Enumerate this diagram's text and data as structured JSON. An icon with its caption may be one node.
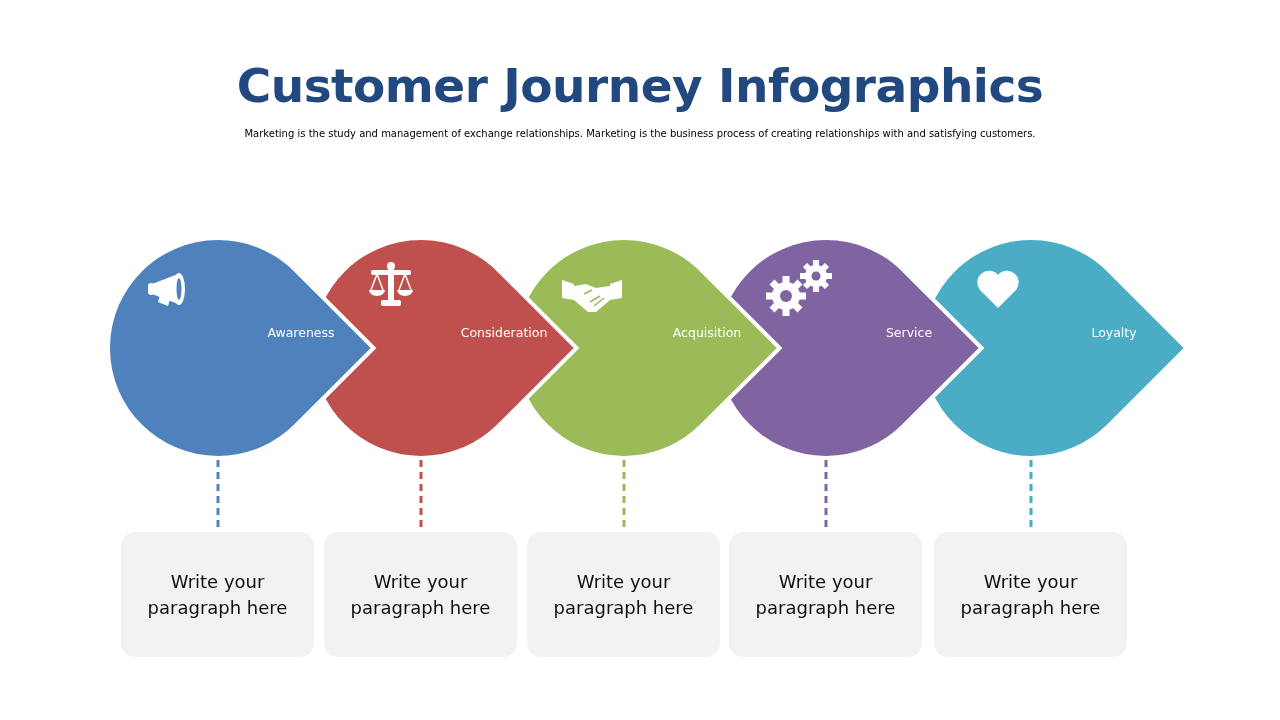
{
  "diagram": {
    "title": "Customer Journey Infographics",
    "caption": "Marketing is the study and management of exchange relationships. Marketing is the business process of creating relationships with and satisfying customers.",
    "nodes": [
      {
        "text": [
          "Awareness"
        ]
      },
      {
        "text": [
          "Consideration"
        ]
      },
      {
        "text": [
          "Acquisition"
        ]
      },
      {
        "text": [
          "Service"
        ]
      },
      {
        "text": [
          "Loyalty"
        ]
      },
      {
        "text": [
          "Write your paragraph here"
        ]
      },
      {
        "text": [
          "Write your paragraph here"
        ]
      },
      {
        "text": [
          "Write your paragraph here"
        ]
      },
      {
        "text": [
          "Write your paragraph here"
        ]
      },
      {
        "text": [
          "Write your paragraph here"
        ]
      }
    ],
    "edges": [
      {
        "from": 0,
        "to": 5,
        "arrow": "none",
        "style": "dashed",
        "color": "#4f81bd"
      },
      {
        "from": 1,
        "to": 6,
        "arrow": "none",
        "style": "dashed",
        "color": "#c0504d"
      },
      {
        "from": 2,
        "to": 7,
        "arrow": "none",
        "style": "dashed",
        "color": "#9bbb59"
      },
      {
        "from": 3,
        "to": 8,
        "arrow": "none",
        "style": "dashed",
        "color": "#8064a2"
      },
      {
        "from": 4,
        "to": 9,
        "arrow": "none",
        "style": "dashed",
        "color": "#4bacc6"
      }
    ]
  }
}
